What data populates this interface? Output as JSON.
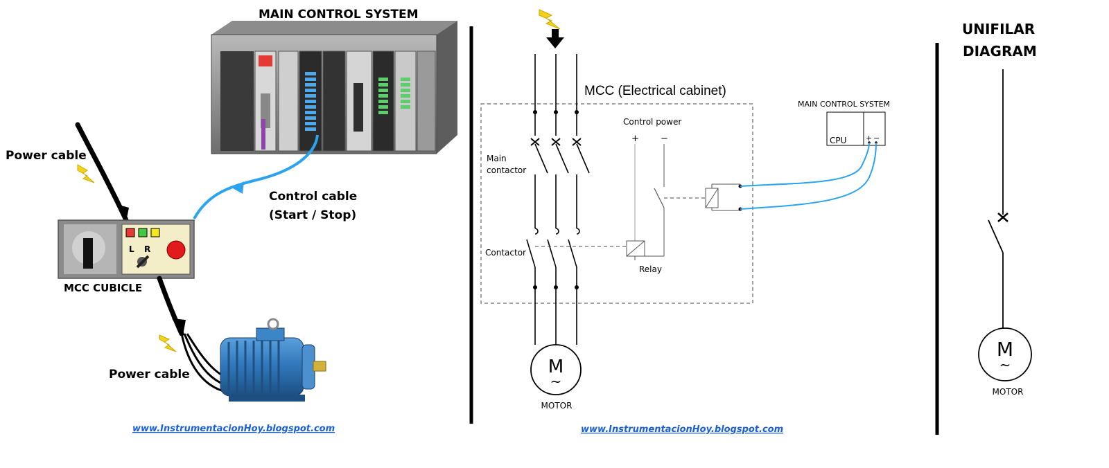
{
  "left_panel": {
    "title": "MAIN CONTROL SYSTEM",
    "power_cable_top": "Power cable",
    "control_cable_line1": "Control cable",
    "control_cable_line2": "(Start / Stop)",
    "cubicle_label": "MCC CUBICLE",
    "switch_left": "L",
    "switch_right": "R",
    "power_cable_bottom": "Power cable",
    "website": "www.InstrumentacionHoy.blogspot.com"
  },
  "center_panel": {
    "cabinet_title": "MCC (Electrical cabinet)",
    "control_power": "Control power",
    "plus": "+",
    "minus": "−",
    "main_contactor_line1": "Main",
    "main_contactor_line2": "contactor",
    "contactor": "Contactor",
    "relay": "Relay",
    "motor_symbol": "M",
    "motor_tilde": "~",
    "motor_label": "MOTOR",
    "mcs_label": "MAIN CONTROL SYSTEM",
    "cpu_label": "CPU",
    "cpu_plus": "+",
    "cpu_minus": "−",
    "website": "www.InstrumentacionHoy.blogspot.com"
  },
  "right_panel": {
    "title_line1": "UNIFILAR",
    "title_line2": "DIAGRAM",
    "motor_symbol": "M",
    "motor_tilde": "~",
    "motor_label": "MOTOR"
  },
  "colors": {
    "control_cable": "#2ba3ee",
    "lightning": "#f2d21b",
    "link": "#1a5fd6",
    "motor_body": "#2f76b8"
  }
}
